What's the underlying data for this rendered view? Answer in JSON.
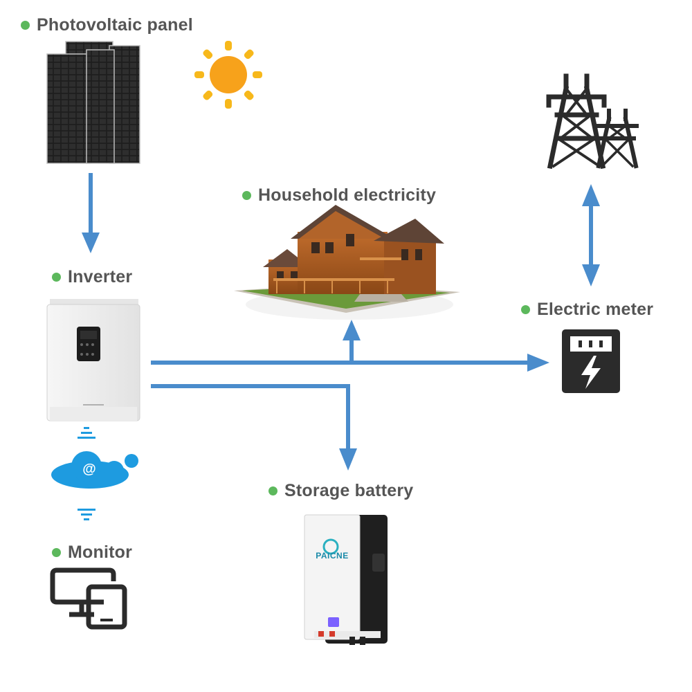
{
  "labels": {
    "photovoltaic_panel": "Photovoltaic panel",
    "household_electricity": "Household electricity",
    "inverter": "Inverter",
    "electric_meter": "Electric meter",
    "storage_battery": "Storage battery",
    "monitor": "Monitor"
  },
  "battery_brand": "PAICNE",
  "cloud_symbol": "@",
  "colors": {
    "accent_dot": "#5cb85c",
    "flow_arrow": "#4a8ccc",
    "label_text": "#555555",
    "icon_dark": "#2b2b2b",
    "cloud": "#1e9be0",
    "sun": "#f7a21b"
  },
  "icons": [
    "sun-icon",
    "solar-panel-icon",
    "transmission-tower-icon",
    "house-icon",
    "inverter-icon",
    "electric-meter-icon",
    "wifi-signal-icon",
    "cloud-icon",
    "monitor-devices-icon",
    "battery-icon"
  ]
}
